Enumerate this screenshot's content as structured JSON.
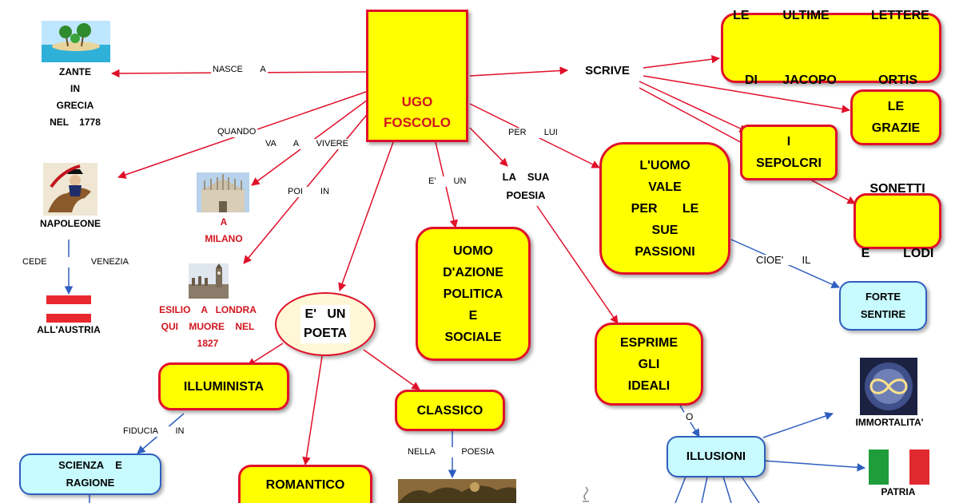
{
  "center": {
    "lines": [
      "UGO",
      "FOSCOLO"
    ]
  },
  "birth": {
    "lines": [
      "ZANTE",
      "IN",
      "GRECIA",
      "NEL    1778"
    ]
  },
  "napoleon": {
    "name": "NAPOLEONE",
    "austria": "ALL'AUSTRIA"
  },
  "milan": {
    "lines": [
      "A",
      "MILANO"
    ]
  },
  "exile": {
    "lines": [
      "ESILIO    A   LONDRA",
      "QUI    MUORE    NEL",
      "1827"
    ]
  },
  "poet": {
    "lines": [
      "E'   UN",
      "POETA"
    ]
  },
  "nodes": {
    "illuminista": "ILLUMINISTA",
    "classico": "CLASSICO",
    "romantico": "ROMANTICO",
    "scienza": [
      "SCIENZA    E",
      "RAGIONE"
    ],
    "uomo_azione": [
      "UOMO",
      "D'AZIONE",
      "POLITICA",
      "E",
      "SOCIALE"
    ],
    "la_sua_poesia": [
      "LA    SUA",
      "POESIA"
    ],
    "scrive": "SCRIVE",
    "ortis": [
      "LE    ULTIME     LETTERE",
      "DI   JACOPO     ORTIS"
    ],
    "grazie": [
      "LE",
      "GRAZIE"
    ],
    "sepolcri": [
      "I",
      "SEPOLCRI"
    ],
    "sonetti": [
      "SONETTI",
      "E    LODI"
    ],
    "uomo_vale": [
      "L'UOMO",
      "VALE",
      "PER   LE",
      "SUE",
      "PASSIONI"
    ],
    "forte_sentire": [
      "FORTE",
      "SENTIRE"
    ],
    "esprime": [
      "ESPRIME",
      "GLI",
      "IDEALI"
    ],
    "illusioni": "ILLUSIONI",
    "immortalita": "IMMORTALITA'",
    "patria": "PATRIA"
  },
  "labels": {
    "nasce_a": "NASCE  A",
    "quando": "QUANDO",
    "va_a_vivere": "VA  A  VIVERE",
    "poi_in": "POI  IN",
    "cede_venezia": "CEDE     VENEZIA",
    "e_un": "E'  UN",
    "per_lui": "PER  LUI",
    "cioe_il": "CIOE'  IL",
    "o": "O",
    "fiducia_in": "FIDUCIA  IN",
    "nella_poesia": "NELLA   POESIA"
  },
  "colors": {
    "edge_red": "#e0102a",
    "edge_blue": "#2f5fbf",
    "node_yellow": "#ffff00",
    "node_cyan": "#c7fbff"
  }
}
